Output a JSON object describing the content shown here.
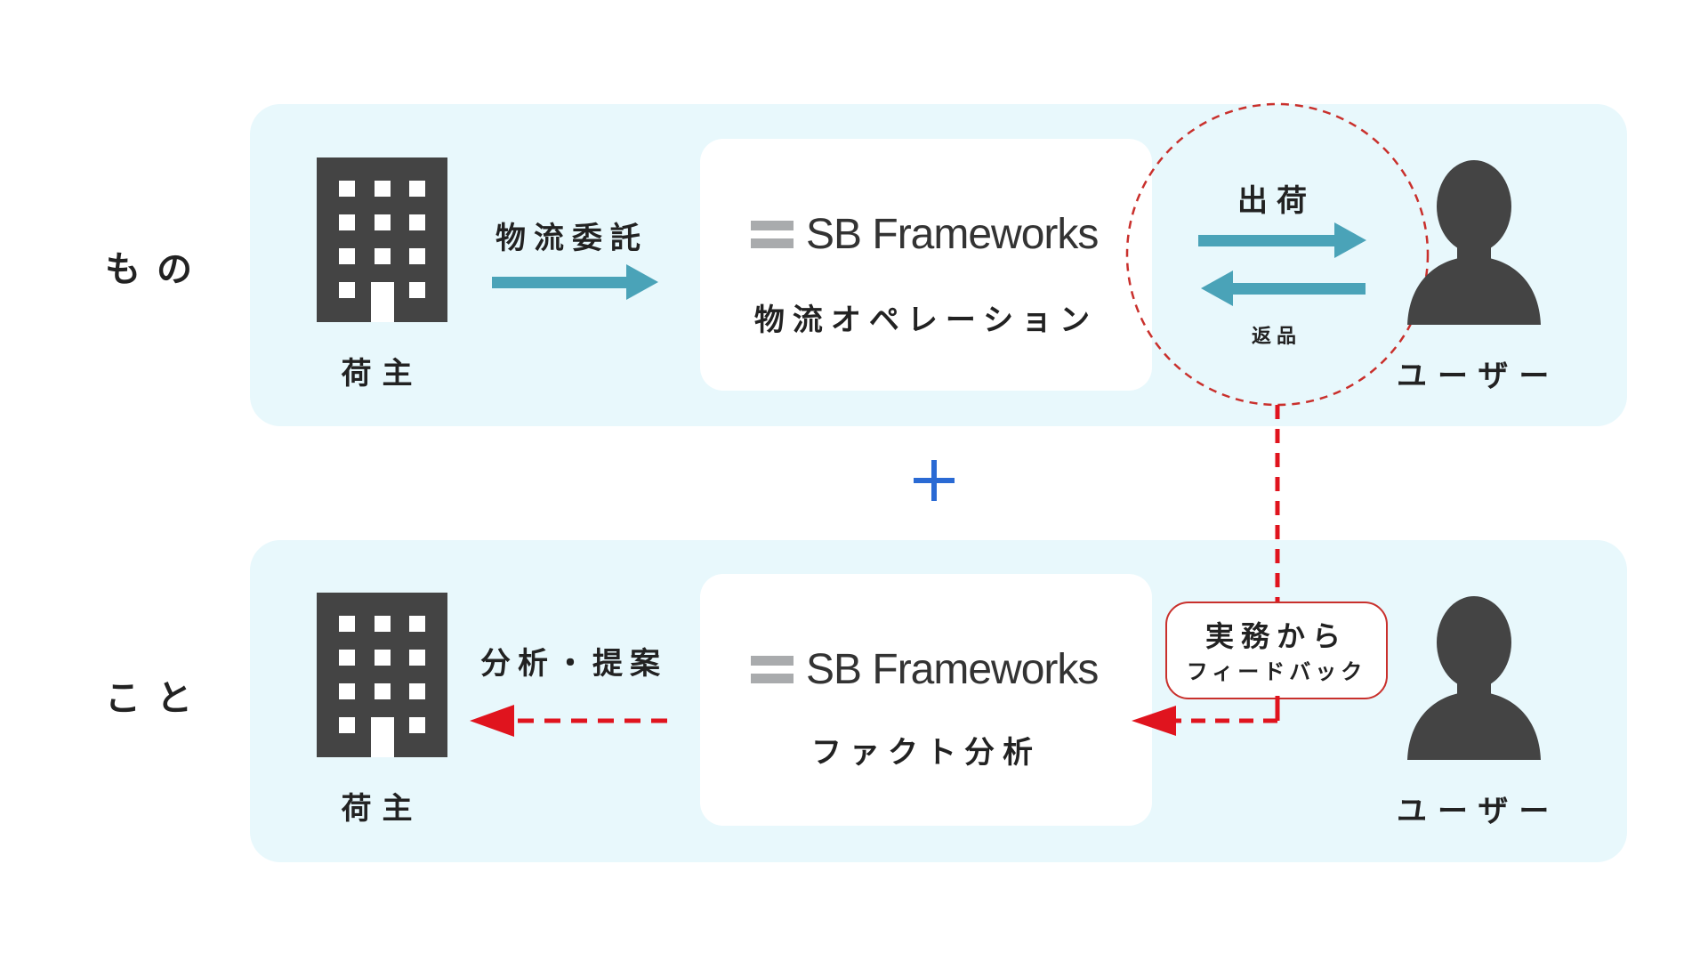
{
  "rows": {
    "mono": {
      "label": "もの"
    },
    "koto": {
      "label": "こと"
    }
  },
  "top": {
    "shipper_label": "荷主",
    "arrow_label": "物流委託",
    "brand_name": "SB Frameworks",
    "service_label": "物流オペレーション",
    "ship_label": "出荷",
    "return_label": "返品",
    "user_label": "ユーザー"
  },
  "plus_symbol": "+",
  "bottom": {
    "shipper_label": "荷主",
    "arrow_label": "分析・提案",
    "brand_name": "SB Frameworks",
    "service_label": "ファクト分析",
    "feedback_line1": "実務から",
    "feedback_line2": "フィードバック",
    "user_label": "ユーザー"
  },
  "icons": {
    "building": "building-icon",
    "user": "user-silhouette-icon",
    "brand": "sb-frameworks-logo"
  },
  "colors": {
    "panel_bg": "#e8f8fc",
    "teal_arrow": "#4aa3b8",
    "red_dashed": "#e0141e",
    "icon_dark": "#444444",
    "plus_blue": "#2a6ad4"
  }
}
